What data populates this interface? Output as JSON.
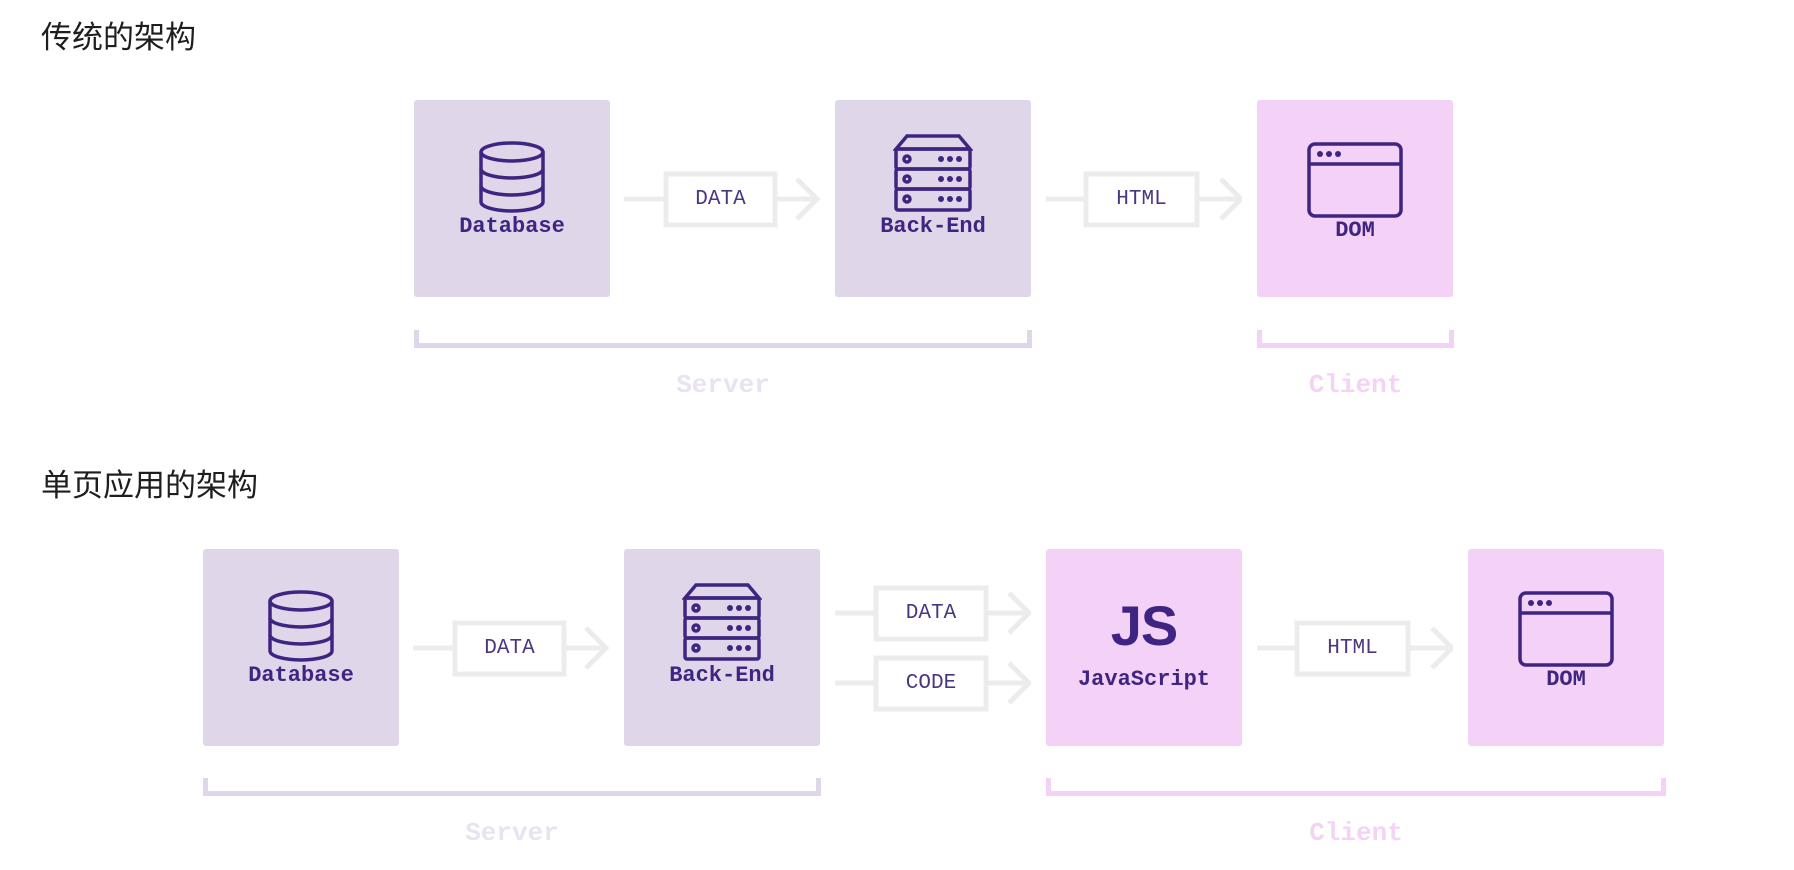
{
  "sections": [
    {
      "heading": "传统的架构",
      "nodes": {
        "database": "Database",
        "backend": "Back-End",
        "dom": "DOM"
      },
      "arrows": {
        "data": "DATA",
        "html": "HTML"
      },
      "groups": {
        "server": "Server",
        "client": "Client"
      }
    },
    {
      "heading": "单页应用的架构",
      "nodes": {
        "database": "Database",
        "backend": "Back-End",
        "js_mark": "JS",
        "javascript": "JavaScript",
        "dom": "DOM"
      },
      "arrows": {
        "data1": "DATA",
        "data2": "DATA",
        "code": "CODE",
        "html": "HTML"
      },
      "groups": {
        "server": "Server",
        "client": "Client"
      }
    }
  ],
  "colors": {
    "server_box": "#e0d6ea",
    "client_box": "#f4d1f6",
    "ink": "#3f2581",
    "arrow": "#ececec"
  },
  "icons": [
    "database-icon",
    "server-rack-icon",
    "browser-window-icon",
    "arrow-right-icon"
  ]
}
